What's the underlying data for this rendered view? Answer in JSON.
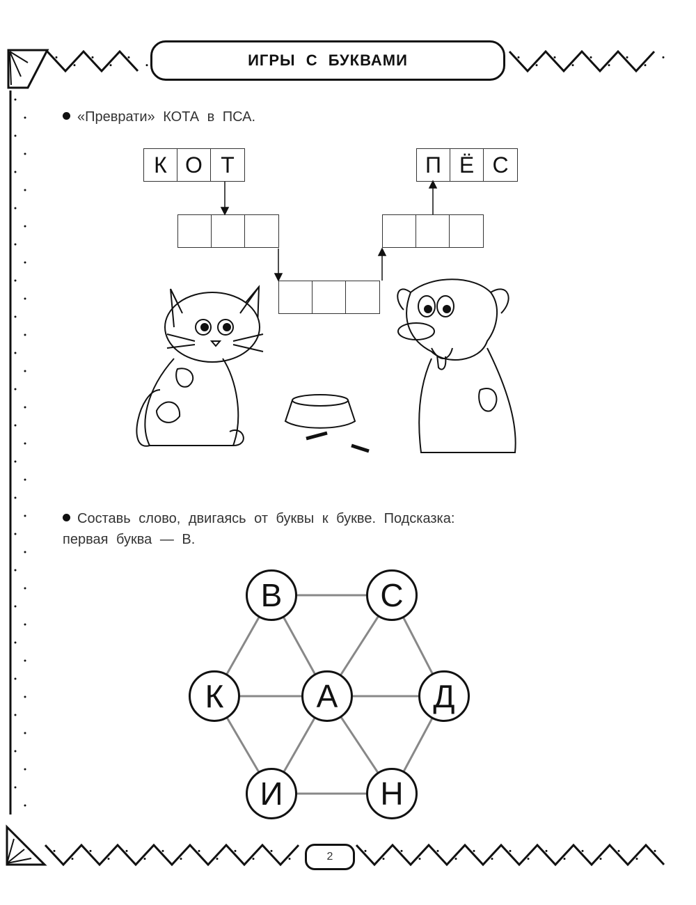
{
  "header": {
    "title": "ИГРЫ С БУКВАМИ"
  },
  "task1": {
    "text": "«Преврати» КОТА в ПСА.",
    "start_word": [
      "К",
      "О",
      "Т"
    ],
    "end_word": [
      "П",
      "Ё",
      "С"
    ]
  },
  "task2": {
    "line1": "Составь слово, двигаясь от буквы к букве. Подсказка:",
    "line2": "первая буква — В.",
    "nodes": {
      "top_left": "В",
      "top_right": "С",
      "mid_left": "К",
      "center": "А",
      "mid_right": "Д",
      "bottom_left": "И",
      "bottom_right": "Н"
    }
  },
  "footer": {
    "page_number": "2"
  }
}
